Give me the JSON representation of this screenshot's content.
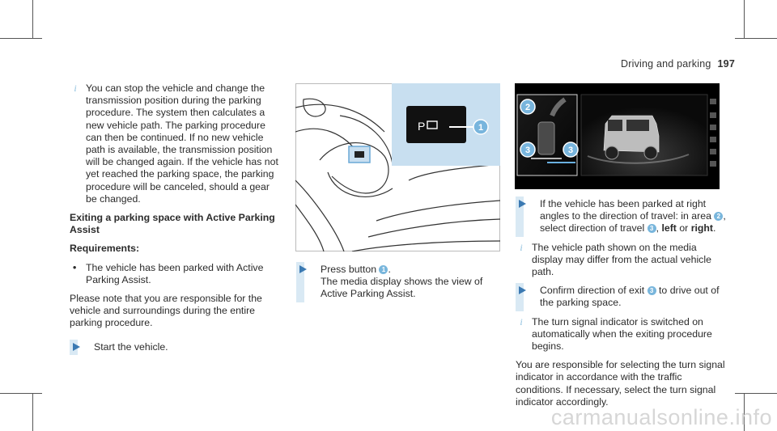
{
  "header": {
    "section": "Driving and parking",
    "page": "197"
  },
  "col1": {
    "note1": "You can stop the vehicle and change the transmission position during the parking procedure. The system then calculates a new vehicle path. The parking procedure can then be continued. If no new vehicle path is available, the transmission position will be changed again. If the vehicle has not yet reached the parking space, the parking procedure will be canceled, should a gear be changed.",
    "heading": "Exiting a parking space with Active Parking Assist",
    "req_label": "Requirements:",
    "req_item": "The vehicle has been parked with Active Parking Assist.",
    "para": "Please note that you are responsible for the vehicle and surroundings during the entire parking procedure.",
    "step": "Start the vehicle."
  },
  "col2": {
    "badge": "1",
    "step_pre": "Press button",
    "step_post": ".",
    "step_line2": "The media display shows the view of Active Parking Assist."
  },
  "col3": {
    "badge2": "2",
    "badge3": "3",
    "step1_a": "If the vehicle has been parked at right angles to the direction of travel: in area",
    "step1_b": ", select direction of travel",
    "step1_left": "left",
    "step1_or": "or",
    "step1_right": "right",
    "note1": "The vehicle path shown on the media display may differ from the actual vehicle path.",
    "step2_a": "Confirm direction of exit",
    "step2_b": "to drive out of the parking space.",
    "note2": "The turn signal indicator is switched on automatically when the exiting procedure begins.",
    "para": "You are responsible for selecting the turn signal indicator in accordance with the traffic conditions. If necessary, select the turn signal indicator accordingly."
  },
  "watermark": "carmanualsonline.info"
}
